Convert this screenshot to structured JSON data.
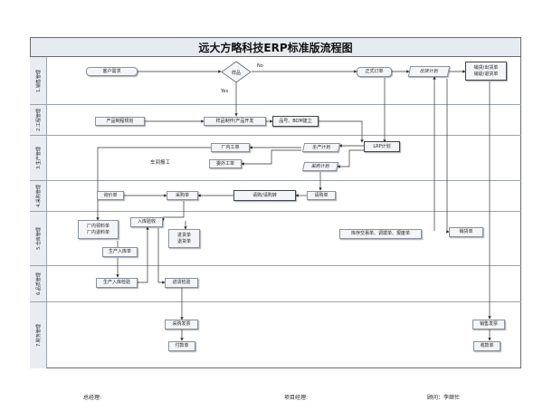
{
  "title": "远大方略科技ERP标准版流程图",
  "lanes": [
    "1.销售管理",
    "2.工程管理",
    "3.生产管理",
    "4.采购管理",
    "5.仓库管理",
    "6.品质管理",
    "7.财务管理"
  ],
  "nodes": {
    "customer_demand": "客户需求",
    "sample": "样品",
    "formal_order": "正式订单",
    "shipping_plan": "出货计划",
    "sales_shipping": "销货/出货单\n销退/退货单",
    "product_planning": "产品制程规划",
    "sample_dev": "样品制作/产品开发",
    "bom": "品号、BOM建立",
    "factory_work": "厂内工单",
    "outsource_work": "委外工单",
    "workshop_report": "车间报工",
    "production_plan": "生产计划",
    "purchase_plan": "采购计划",
    "lrp_plan": "LRP计划",
    "inquiry": "询价单",
    "purchase_order": "采购单",
    "request_transfer": "请购/请购转",
    "purchase_request": "请购单",
    "material_issue": "厂内领料单\n厂内退料单",
    "receiving_check": "入库验收",
    "production_in": "生产入库单",
    "purchase_in": "进货单\n退货单",
    "inventory_docs": "库存交易单、调拨单、报废单",
    "sales_doc": "销货单",
    "production_inspect": "生产入库检验",
    "purchase_inspect": "进货检验",
    "purchase_invoice": "采购发票",
    "payment": "付款单",
    "sales_invoice": "销售发票",
    "receipt": "收款单"
  },
  "edge_labels": {
    "no": "No",
    "yes": "Yes"
  },
  "footer": {
    "general_manager": "总经理:",
    "project_manager": "项目经理:",
    "consultant": "顾问：李继忙"
  }
}
